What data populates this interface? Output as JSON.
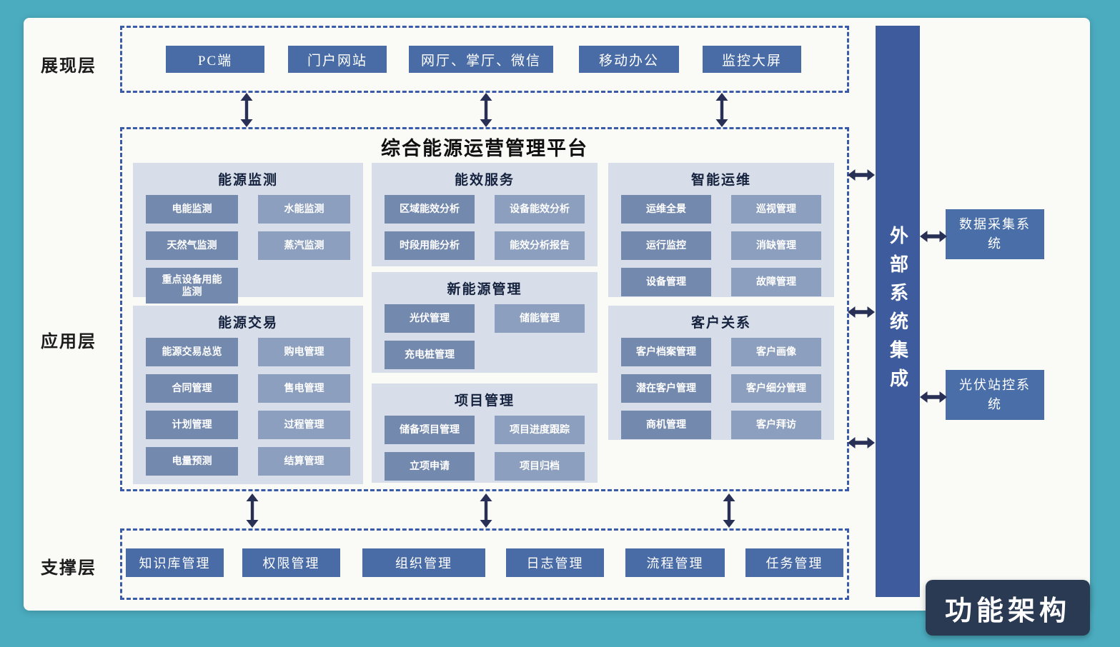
{
  "badge": "功能架构",
  "presentation": {
    "label": "展现层",
    "items": [
      "PC端",
      "门户网站",
      "网厅、掌厅、微信",
      "移动办公",
      "监控大屏"
    ]
  },
  "application": {
    "label": "应用层",
    "platform_title": "综合能源运营管理平台",
    "groups": [
      {
        "title": "能源监测",
        "items": [
          "电能监测",
          "水能监测",
          "天然气监测",
          "蒸汽监测",
          "重点设备用能监测"
        ]
      },
      {
        "title": "能效服务",
        "items": [
          "区域能效分析",
          "设备能效分析",
          "时段用能分析",
          "能效分析报告"
        ]
      },
      {
        "title": "智能运维",
        "items": [
          "运维全景",
          "巡视管理",
          "运行监控",
          "消缺管理",
          "设备管理",
          "故障管理"
        ]
      },
      {
        "title": "能源交易",
        "items": [
          "能源交易总览",
          "购电管理",
          "合同管理",
          "售电管理",
          "计划管理",
          "过程管理",
          "电量预测",
          "结算管理"
        ]
      },
      {
        "title": "新能源管理",
        "items": [
          "光伏管理",
          "储能管理",
          "充电桩管理"
        ]
      },
      {
        "title": "项目管理",
        "items": [
          "储备项目管理",
          "项目进度跟踪",
          "立项申请",
          "项目归档"
        ]
      },
      {
        "title": "客户关系",
        "items": [
          "客户档案管理",
          "客户画像",
          "潜在客户管理",
          "客户细分管理",
          "商机管理",
          "客户拜访"
        ]
      }
    ]
  },
  "support": {
    "label": "支撑层",
    "items": [
      "知识库管理",
      "权限管理",
      "组织管理",
      "日志管理",
      "流程管理",
      "任务管理"
    ]
  },
  "external": {
    "bar": "外部系统集成",
    "systems": [
      "数据采集系统",
      "光伏站控系统"
    ]
  },
  "colors": {
    "background_teal": "#4BACBF",
    "panel": "#FAFAF7",
    "dashed_border": "#3A5CA8",
    "button_primary": "#4A6CA6",
    "group_background": "#D7DEE9",
    "module_item": "#7489AE",
    "module_item_alt": "#8C9FBE",
    "external_bar": "#3D5B9D",
    "external_box": "#4A6FA8",
    "badge_background": "#2B3A53",
    "arrow": "#283055"
  }
}
